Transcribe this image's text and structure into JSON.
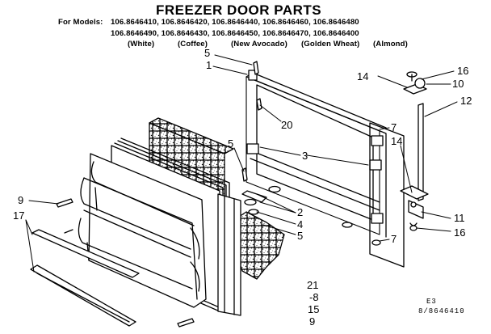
{
  "title": "FREEZER DOOR PARTS",
  "models": {
    "label": "For Models:",
    "row1": "106.8646410, 106.8646420, 106.8646440, 106.8646460, 106.8646480",
    "row2": "106.8646490, 106.8646430, 106.8646450, 106.8646470, 106.8646400",
    "colors": [
      "(White)",
      "(Coffee)",
      "(New Avocado)",
      "(Golden Wheat)",
      "(Almond)"
    ]
  },
  "callouts": {
    "c1": "1",
    "c5a": "5",
    "c20": "20",
    "c3": "3",
    "c5b": "5",
    "c9": "9",
    "c17": "17",
    "c2": "2",
    "c4": "4",
    "c5c": "5",
    "c14a": "14",
    "c16a": "16",
    "c10": "10",
    "c12": "12",
    "c7a": "7",
    "c14b": "14",
    "c11": "11",
    "c16b": "16",
    "c7b": "7",
    "c21": "21",
    "c8": "-8",
    "c15": "15",
    "c9b": "9"
  },
  "drawing_code": {
    "line1": "E3",
    "line2": "8/8646410"
  }
}
